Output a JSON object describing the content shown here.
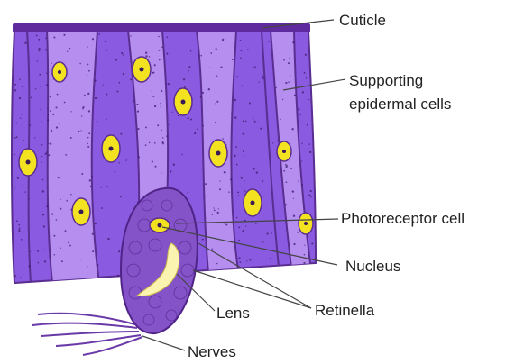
{
  "labels": {
    "cuticle": "Cuticle",
    "supporting_line1": "Supporting",
    "supporting_line2": "epidermal cells",
    "photoreceptor": "Photoreceptor cell",
    "nucleus": "Nucleus",
    "retinella": "Retinella",
    "lens": "Lens",
    "nerves": "Nerves"
  },
  "colors": {
    "cell_fill_dark": "#8a5be0",
    "cell_fill_light": "#b58ef0",
    "cell_outline": "#5a2d91",
    "cuticle": "#5e2a9e",
    "nucleus_fill": "#f2e21f",
    "nucleus_dot": "#3a1a55",
    "photoreceptor_fill": "#8453c7",
    "lens_fill": "#fbf3b0",
    "nerve": "#6a3aa8",
    "leader_line": "#444444"
  }
}
